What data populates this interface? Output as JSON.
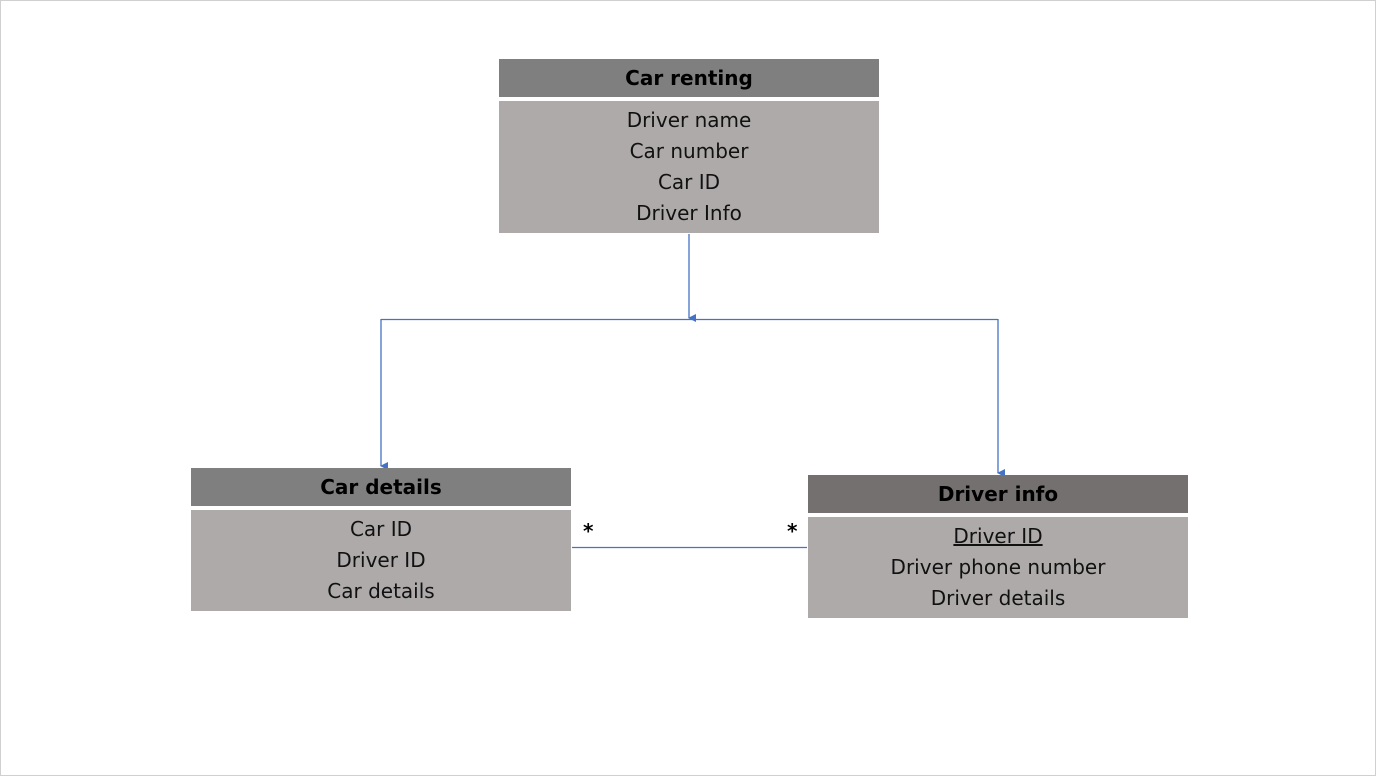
{
  "colors": {
    "header_dark": "#7f7f7f",
    "header_darker": "#747070",
    "body_fill": "#aeaaaa",
    "connector": "#4472c4"
  },
  "entities": {
    "car_renting": {
      "title": "Car renting",
      "header_color": "#7f7f7f",
      "attributes": [
        "Driver name",
        "Car number",
        "Car ID",
        "Driver Info"
      ]
    },
    "car_details": {
      "title": "Car details",
      "header_color": "#7f7f7f",
      "attributes": [
        "Car ID",
        "Driver ID",
        "Car details"
      ]
    },
    "driver_info": {
      "title": "Driver info",
      "header_color": "#747070",
      "attributes": [
        "Driver ID",
        "Driver phone number",
        "Driver details"
      ],
      "primary_key": "Driver ID"
    }
  },
  "relationship": {
    "left_multiplicity": "*",
    "right_multiplicity": "*"
  }
}
